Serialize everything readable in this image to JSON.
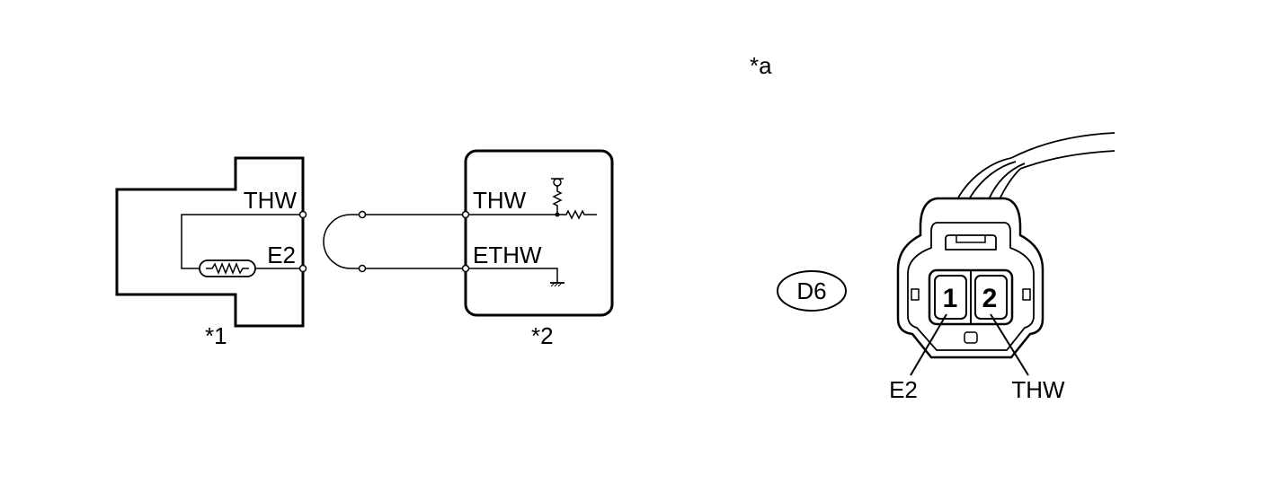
{
  "sensor": {
    "ref_label": "*1",
    "terminals": {
      "thw": "THW",
      "e2": "E2"
    }
  },
  "ecm": {
    "ref_label": "*2",
    "terminals": {
      "thw": "THW",
      "ethw": "ETHW"
    }
  },
  "connector_view": {
    "ref_label": "*a",
    "connector_id": "D6",
    "pins": [
      {
        "number": "1",
        "signal": "E2"
      },
      {
        "number": "2",
        "signal": "THW"
      }
    ]
  }
}
